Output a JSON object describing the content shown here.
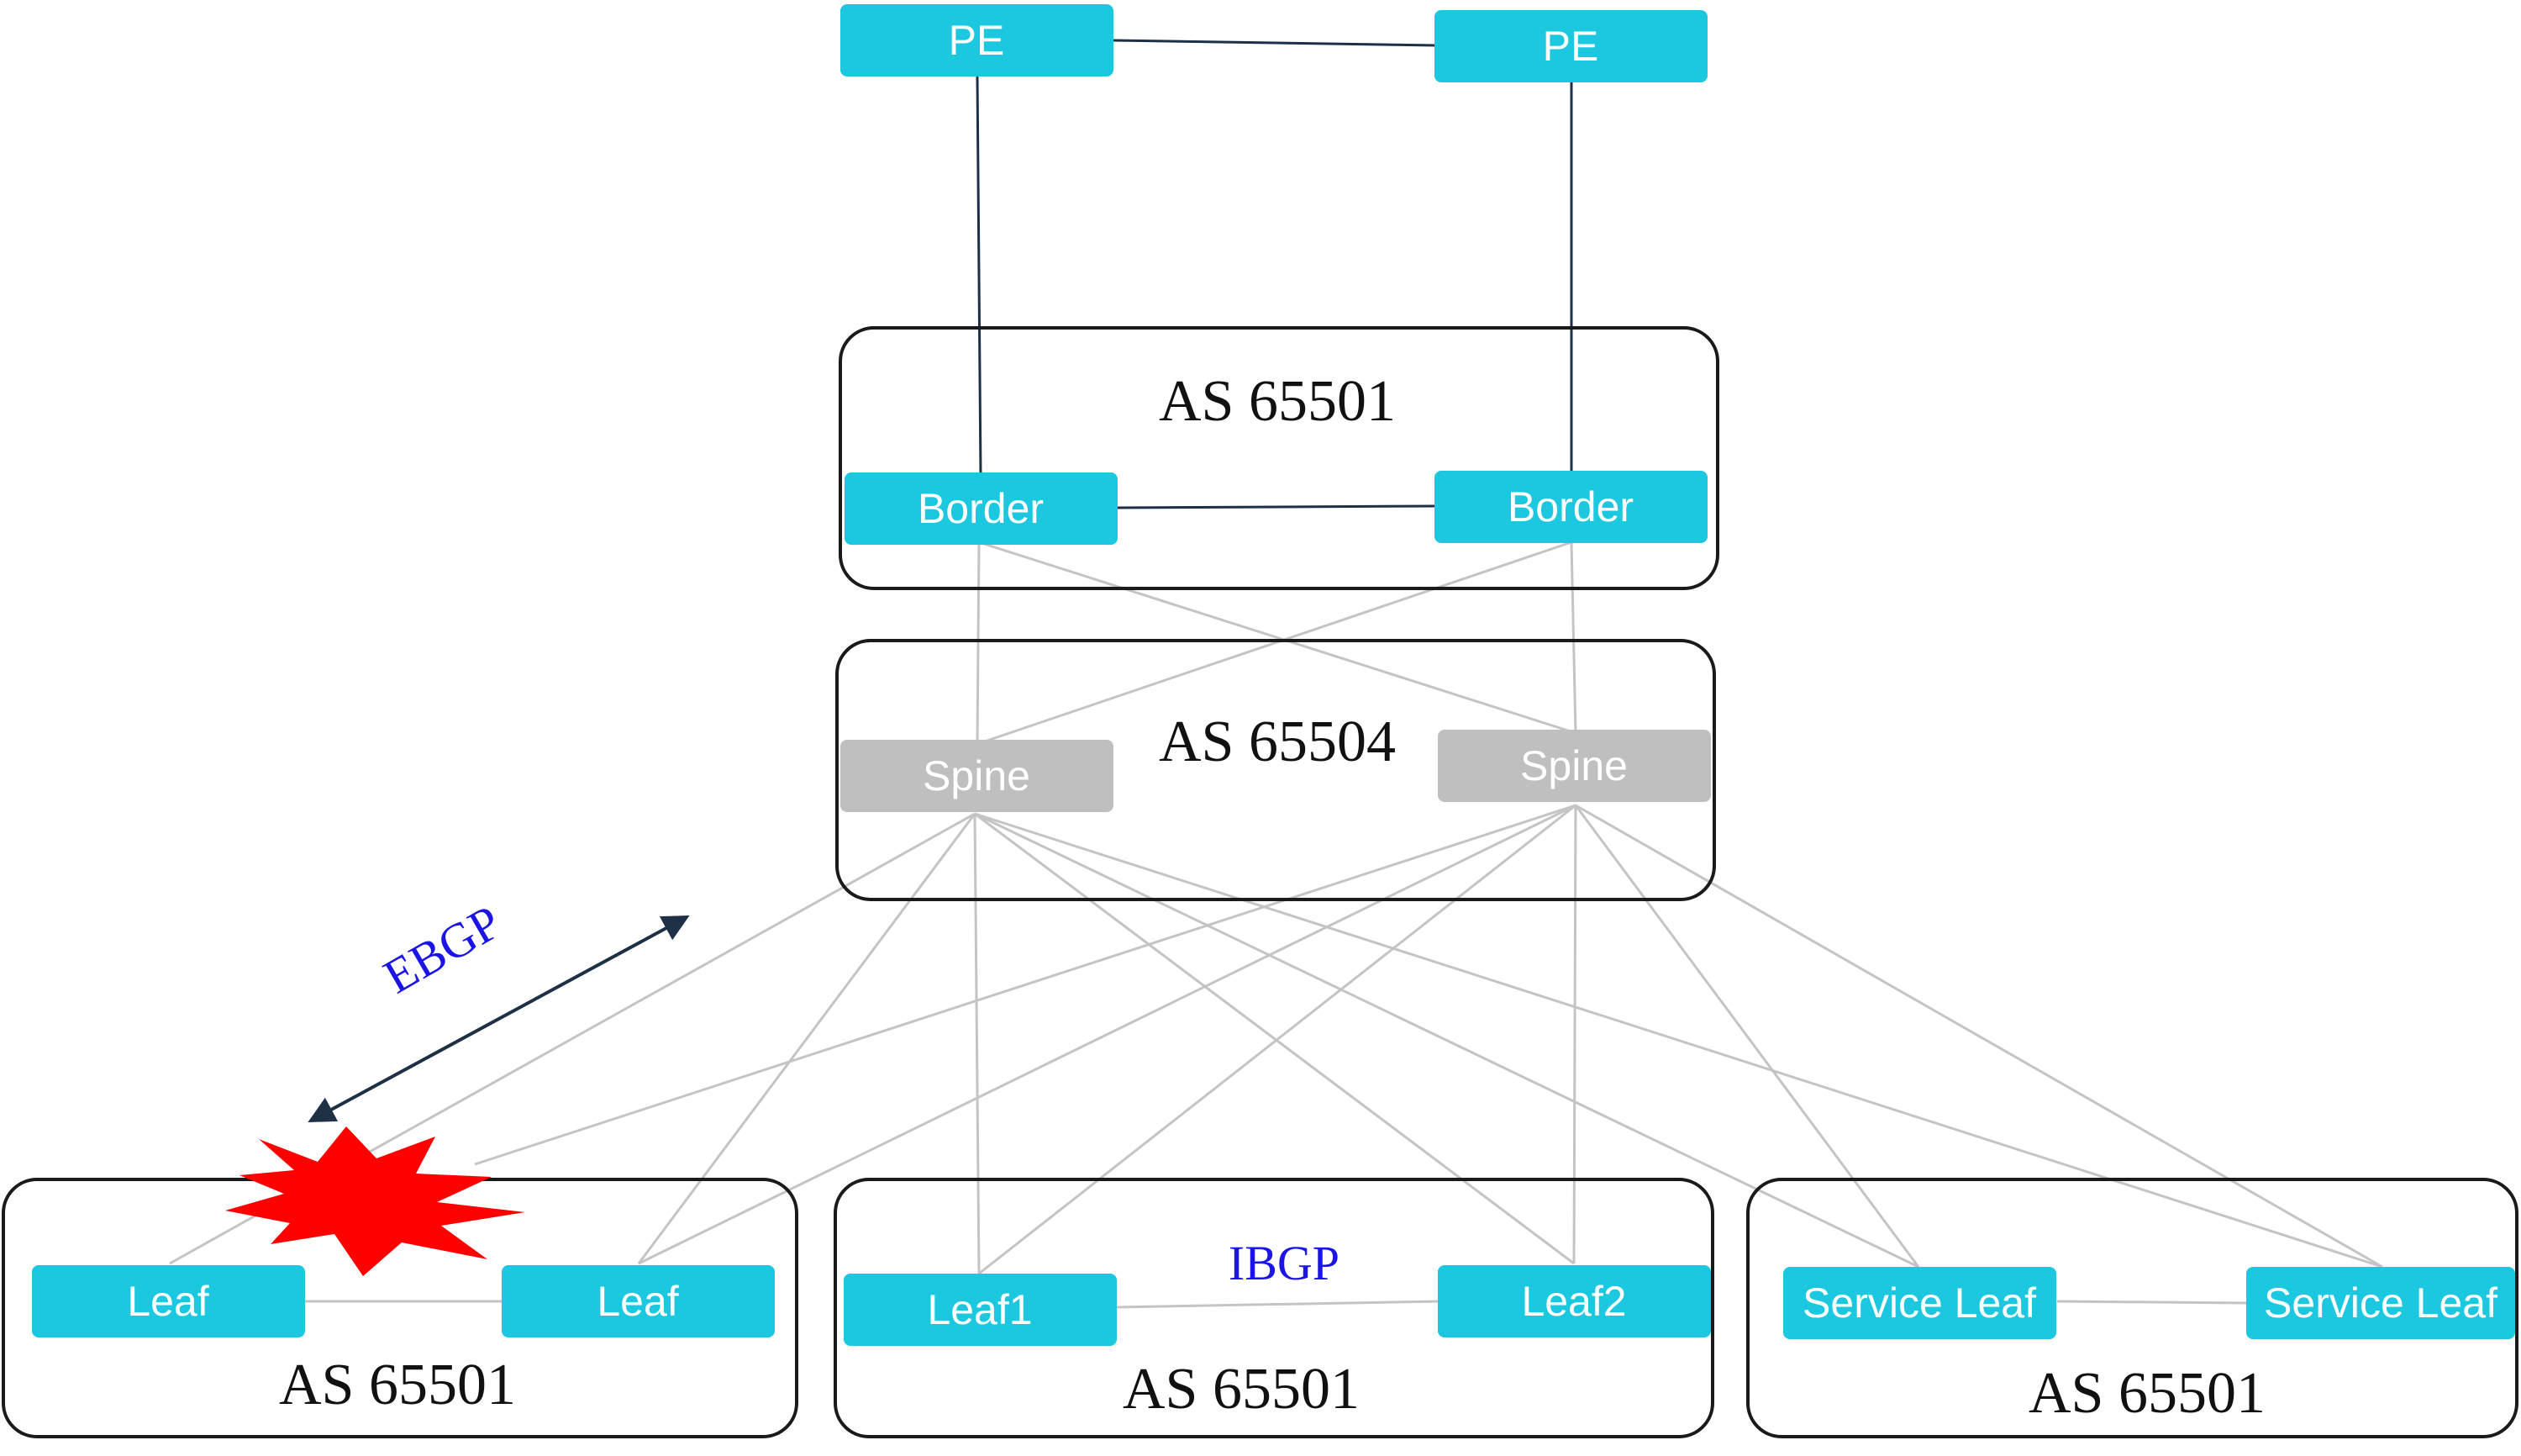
{
  "colors": {
    "node": "#1cc8df",
    "spine": "#bfbfbf",
    "link_dark": "#1e3046",
    "link_light": "#c4c4c4",
    "group_border": "#1a1a1a",
    "failure": "#ff0000",
    "protocol_label": "#1a14e6"
  },
  "groups": {
    "border_as": "AS 65501",
    "spine_as": "AS 65504",
    "leaf_as_1": "AS 65501",
    "leaf_as_2": "AS 65501",
    "leaf_as_3": "AS 65501"
  },
  "nodes": {
    "pe_1": "PE",
    "pe_2": "PE",
    "border_1": "Border",
    "border_2": "Border",
    "spine_1": "Spine",
    "spine_2": "Spine",
    "leaf_a": "Leaf",
    "leaf_b": "Leaf",
    "leaf_1": "Leaf1",
    "leaf_2": "Leaf2",
    "service_leaf_1": "Service Leaf",
    "service_leaf_2": "Service Leaf"
  },
  "protocols": {
    "ebgp": "EBGP",
    "ibgp": "IBGP"
  },
  "icons": {
    "failure": "failure-burst-icon",
    "arrow": "double-arrow-icon"
  }
}
